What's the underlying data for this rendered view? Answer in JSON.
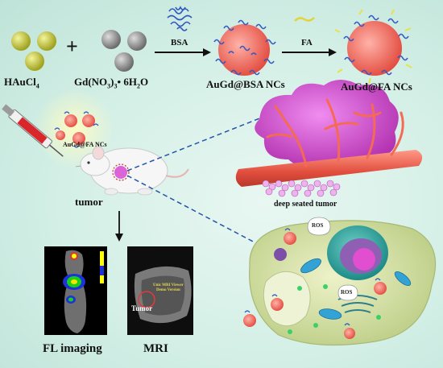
{
  "synthesis": {
    "reagent1": "HAuCl",
    "reagent1_sub": "4",
    "reagent2_pre": "Gd(NO",
    "reagent2_sub1": "3",
    "reagent2_mid": ")",
    "reagent2_sub2": "3",
    "reagent2_post": "• 6H",
    "reagent2_sub3": "2",
    "reagent2_end": "O",
    "plus": "+",
    "step1": "BSA",
    "product1": "AuGd@BSA NCs",
    "step2": "FA",
    "product2": "AuGd@FA NCs"
  },
  "injection": {
    "label": "AuGd@FA NCs"
  },
  "mouse": {
    "tumor_label": "tumor"
  },
  "tissue": {
    "label": "deep seated tumor"
  },
  "cell": {
    "ros1": "ROS",
    "ros2": "ROS"
  },
  "imaging": {
    "fl_label": "FL imaging",
    "mri_label": "MRI",
    "mri_tumor": "Tumor",
    "mri_watermark_line1": "Unic MRI Viewer",
    "mri_watermark_line2": "Demo Version"
  },
  "colors": {
    "au_sphere": "#c9cc3a",
    "gd_sphere": "#9a9a9a",
    "nc_core": "#f06a5e",
    "bsa_protein": "#3b63c9",
    "fa_ligand": "#e8e24a",
    "tumor_mass": "#d84ad2",
    "vessel": "#ee5a4a",
    "cell_body": "#d5e2a6"
  }
}
